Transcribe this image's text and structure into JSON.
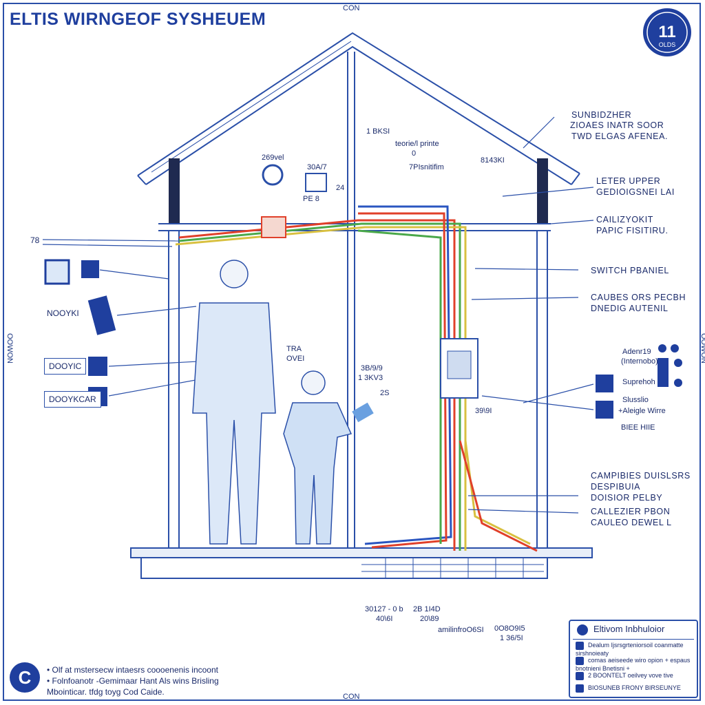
{
  "title": "ELTIS WIRNGEOF SYSHEUEM",
  "edge_labels": {
    "top": "CON",
    "bottom": "CON",
    "left": "OOWON",
    "right": "OOWON"
  },
  "seal": {
    "line1": "11",
    "line2": "OLDS"
  },
  "labels_right": [
    "SUNBIDZHER",
    "ZIOAES INATR SOOR",
    "TWD    ELGAS AFENEA.",
    "LETER UPPER",
    "GEDIOIGSNEI LAI",
    "CAILIZYOKIT",
    "PAPIC FISITIRU.",
    "SWITCH PBANIEL",
    "CAUBES ORS PECBH",
    "DNEDIG AUTENIL",
    "Adenr19",
    "(Internobo)",
    "Suprehoh",
    "Slusslio",
    "+Aleigle Wirre",
    "BIEE HIIE",
    "CAMPIBIES DUISLSRS",
    "DESPIBUIA",
    "DOISIOR PELBY",
    "CALLEZIER PBON",
    "CAULEO DEWEL L"
  ],
  "labels_center": [
    "1 BKSI",
    "teorie/l printe",
    "0",
    "7PIsnitifim",
    "269vel",
    "30A/7",
    "PE 8",
    "24",
    "8143KI",
    "TRA",
    "OVEI",
    "3B/9/9",
    "1 3KV3",
    "2S",
    "39\\9I",
    "30127 - 0 b",
    "40\\6I",
    "2B 1I4D",
    "20\\89",
    "amilinfroO6SI",
    "0O8O9I5",
    "1 36/5I"
  ],
  "labels_left": [
    "78",
    "NOOYKI",
    "DOOYIC",
    "DOOYKCAR"
  ],
  "info_box": {
    "title": "Eltivom Inbhuloior",
    "rows": [
      "Dealum Ijsrsgrteniorsoil coanmatte sirshnoieaty",
      "comas aeiseede wiro opion + espaus bnotnieni Bnetisni +",
      "2 BOONTELT oeilvey vove tive",
      "BIOSUNEB FRONY BIRSEUNYE"
    ]
  },
  "footnote": {
    "badge": "C",
    "lines": [
      "• Olf at mstersecw intaesrs coooenenis incoont",
      "• Folnfoanotr -Gemimaar Hant Als wins Brisling",
      "Mbointicar. tfdg toyg Cod Caide."
    ]
  },
  "colors": {
    "blueprint": "#2a4fa8",
    "wire_red": "#e0402a",
    "wire_green": "#4aa84a",
    "wire_yellow": "#d8c040",
    "wire_blue": "#2a55c0",
    "figure_fill": "#cfe0f5"
  }
}
